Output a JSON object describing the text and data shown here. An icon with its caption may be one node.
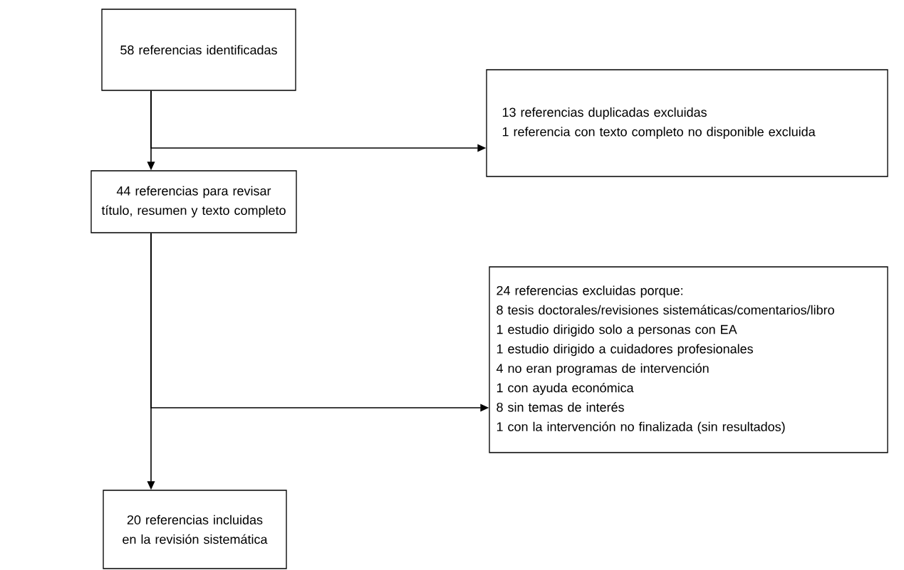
{
  "diagram": {
    "nodes": [
      {
        "text": [
          "58 referencias identificadas"
        ]
      },
      {
        "text": [
          "13 referencias duplicadas excluidas",
          "1 referencia con texto completo no disponible excluida"
        ]
      },
      {
        "text": [
          "44 referencias para revisar título, resumen y texto completo"
        ]
      },
      {
        "text": [
          "24 referencias excluidas porque:",
          "8 tesis doctorales/revisiones sistemáticas/comentarios/libro",
          "1 estudio dirigido solo a personas con EA",
          "1 estudio dirigido a cuidadores profesionales",
          "4 no eran programas de intervención",
          "1 con ayuda económica",
          "8 sin temas de interés",
          "1 con la intervención no finalizada (sin resultados)"
        ]
      },
      {
        "text": [
          "20 referencias incluidas en la revisión sistemática"
        ]
      }
    ],
    "edges": [
      {
        "from": 0,
        "to": 2,
        "arrow": "to"
      },
      {
        "from": 0,
        "to": 1,
        "arrow": "to"
      },
      {
        "from": 2,
        "to": 4,
        "arrow": "to"
      },
      {
        "from": 2,
        "to": 3,
        "arrow": "to"
      }
    ]
  }
}
